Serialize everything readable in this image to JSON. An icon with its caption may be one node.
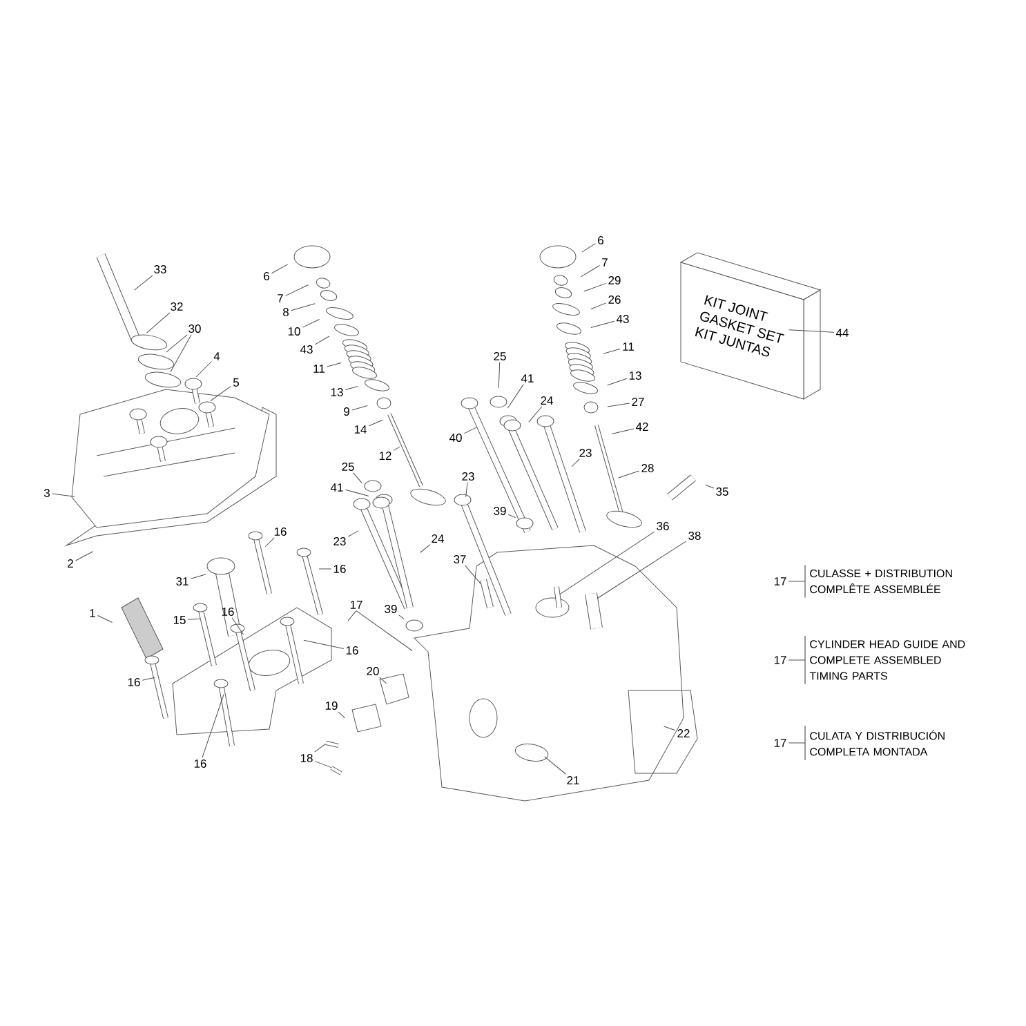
{
  "diagram": {
    "nodes": [
      {
        "text": [
          "33"
        ]
      },
      {
        "text": [
          "32"
        ]
      },
      {
        "text": [
          "30"
        ]
      },
      {
        "text": [
          "4"
        ]
      },
      {
        "text": [
          "5"
        ]
      },
      {
        "text": [
          "3"
        ]
      },
      {
        "text": [
          "6"
        ]
      },
      {
        "text": [
          "7"
        ]
      },
      {
        "text": [
          "8"
        ]
      },
      {
        "text": [
          "10"
        ]
      },
      {
        "text": [
          "43"
        ]
      },
      {
        "text": [
          "11"
        ]
      },
      {
        "text": [
          "13"
        ]
      },
      {
        "text": [
          "9"
        ]
      },
      {
        "text": [
          "14"
        ]
      },
      {
        "text": [
          "12"
        ]
      },
      {
        "text": [
          "6"
        ]
      },
      {
        "text": [
          "7"
        ]
      },
      {
        "text": [
          "29"
        ]
      },
      {
        "text": [
          "26"
        ]
      },
      {
        "text": [
          "43"
        ]
      },
      {
        "text": [
          "11"
        ]
      },
      {
        "text": [
          "13"
        ]
      },
      {
        "text": [
          "27"
        ]
      },
      {
        "text": [
          "42"
        ]
      },
      {
        "text": [
          "28"
        ]
      },
      {
        "text": [
          "25"
        ]
      },
      {
        "text": [
          "41"
        ]
      },
      {
        "text": [
          "24"
        ]
      },
      {
        "text": [
          "40"
        ]
      },
      {
        "text": [
          "23"
        ]
      },
      {
        "text": [
          "25"
        ]
      },
      {
        "text": [
          "41"
        ]
      },
      {
        "text": [
          "23"
        ]
      },
      {
        "text": [
          "39"
        ]
      },
      {
        "text": [
          "35"
        ]
      },
      {
        "text": [
          "KIT JOINT",
          "GASKET SET",
          "KIT JUNTAS"
        ]
      },
      {
        "text": [
          "44"
        ]
      },
      {
        "text": [
          "23"
        ]
      },
      {
        "text": [
          "24"
        ]
      },
      {
        "text": [
          "16"
        ]
      },
      {
        "text": [
          "16"
        ]
      },
      {
        "text": [
          "36"
        ]
      },
      {
        "text": [
          "38"
        ]
      },
      {
        "text": [
          "37"
        ]
      },
      {
        "text": [
          "2"
        ]
      },
      {
        "text": [
          "31"
        ]
      },
      {
        "text": [
          "17"
        ]
      },
      {
        "text": [
          "39"
        ]
      },
      {
        "text": [
          "1"
        ]
      },
      {
        "text": [
          "15"
        ]
      },
      {
        "text": [
          "16"
        ]
      },
      {
        "text": [
          "16"
        ]
      },
      {
        "text": [
          "20"
        ]
      },
      {
        "text": [
          "16"
        ]
      },
      {
        "text": [
          "19"
        ]
      },
      {
        "text": [
          "22"
        ]
      },
      {
        "text": [
          "18"
        ]
      },
      {
        "text": [
          "16"
        ]
      },
      {
        "text": [
          "21"
        ]
      },
      {
        "text": [
          "17"
        ]
      },
      {
        "text": [
          "CULASSE + DISTRIBUTION COMPLÊTE ASSEMBLÉE"
        ]
      },
      {
        "text": [
          "17"
        ]
      },
      {
        "text": [
          "CYLINDER HEAD GUIDE AND COMPLETE ASSEMBLED TIMING PARTS"
        ]
      },
      {
        "text": [
          "17"
        ]
      },
      {
        "text": [
          "CULATA Y DISTRIBUCIÓN COMPLETA MONTADA"
        ]
      }
    ],
    "edges": [
      {
        "from": 0,
        "to": null,
        "arrow": "none"
      },
      {
        "from": 1,
        "to": null,
        "arrow": "none"
      },
      {
        "from": 2,
        "to": null,
        "arrow": "none"
      },
      {
        "from": 2,
        "to": null,
        "arrow": "none"
      },
      {
        "from": 3,
        "to": null,
        "arrow": "none"
      },
      {
        "from": 4,
        "to": null,
        "arrow": "none"
      },
      {
        "from": 5,
        "to": null,
        "arrow": "none"
      },
      {
        "from": 6,
        "to": null,
        "arrow": "none"
      },
      {
        "from": 7,
        "to": null,
        "arrow": "none"
      },
      {
        "from": 8,
        "to": null,
        "arrow": "none"
      },
      {
        "from": 9,
        "to": null,
        "arrow": "none"
      },
      {
        "from": 10,
        "to": null,
        "arrow": "none"
      },
      {
        "from": 11,
        "to": null,
        "arrow": "none"
      },
      {
        "from": 12,
        "to": null,
        "arrow": "none"
      },
      {
        "from": 13,
        "to": null,
        "arrow": "none"
      },
      {
        "from": 14,
        "to": null,
        "arrow": "none"
      },
      {
        "from": 15,
        "to": null,
        "arrow": "none"
      },
      {
        "from": 16,
        "to": null,
        "arrow": "none"
      },
      {
        "from": 17,
        "to": null,
        "arrow": "none"
      },
      {
        "from": 18,
        "to": null,
        "arrow": "none"
      },
      {
        "from": 19,
        "to": null,
        "arrow": "none"
      },
      {
        "from": 20,
        "to": null,
        "arrow": "none"
      },
      {
        "from": 21,
        "to": null,
        "arrow": "none"
      },
      {
        "from": 22,
        "to": null,
        "arrow": "none"
      },
      {
        "from": 23,
        "to": null,
        "arrow": "none"
      },
      {
        "from": 24,
        "to": null,
        "arrow": "none"
      },
      {
        "from": 25,
        "to": null,
        "arrow": "none"
      },
      {
        "from": 26,
        "to": null,
        "arrow": "none"
      },
      {
        "from": 27,
        "to": null,
        "arrow": "none"
      },
      {
        "from": 28,
        "to": null,
        "arrow": "none"
      },
      {
        "from": 29,
        "to": null,
        "arrow": "none"
      },
      {
        "from": 30,
        "to": null,
        "arrow": "none"
      },
      {
        "from": 31,
        "to": null,
        "arrow": "none"
      },
      {
        "from": 32,
        "to": null,
        "arrow": "none"
      },
      {
        "from": 33,
        "to": null,
        "arrow": "none"
      },
      {
        "from": 34,
        "to": null,
        "arrow": "none"
      },
      {
        "from": 35,
        "to": null,
        "arrow": "none"
      },
      {
        "from": 37,
        "to": 36,
        "arrow": "none"
      },
      {
        "from": 38,
        "to": null,
        "arrow": "none"
      },
      {
        "from": 39,
        "to": null,
        "arrow": "none"
      },
      {
        "from": 40,
        "to": null,
        "arrow": "none"
      },
      {
        "from": 41,
        "to": null,
        "arrow": "none"
      },
      {
        "from": 42,
        "to": null,
        "arrow": "none"
      },
      {
        "from": 43,
        "to": null,
        "arrow": "none"
      },
      {
        "from": 44,
        "to": null,
        "arrow": "none"
      },
      {
        "from": 45,
        "to": null,
        "arrow": "none"
      },
      {
        "from": 46,
        "to": null,
        "arrow": "none"
      },
      {
        "from": 47,
        "to": null,
        "arrow": "none"
      },
      {
        "from": 47,
        "to": null,
        "arrow": "none"
      },
      {
        "from": 48,
        "to": null,
        "arrow": "none"
      },
      {
        "from": 49,
        "to": null,
        "arrow": "none"
      },
      {
        "from": 50,
        "to": null,
        "arrow": "none"
      },
      {
        "from": 51,
        "to": null,
        "arrow": "none"
      },
      {
        "from": 52,
        "to": null,
        "arrow": "none"
      },
      {
        "from": 53,
        "to": null,
        "arrow": "none"
      },
      {
        "from": 54,
        "to": null,
        "arrow": "none"
      },
      {
        "from": 55,
        "to": null,
        "arrow": "none"
      },
      {
        "from": 56,
        "to": null,
        "arrow": "none"
      },
      {
        "from": 57,
        "to": null,
        "arrow": "none"
      },
      {
        "from": 57,
        "to": null,
        "arrow": "none"
      },
      {
        "from": 58,
        "to": null,
        "arrow": "none"
      },
      {
        "from": 59,
        "to": null,
        "arrow": "none"
      },
      {
        "from": 60,
        "to": 61,
        "arrow": "none"
      },
      {
        "from": 62,
        "to": 63,
        "arrow": "none"
      },
      {
        "from": 64,
        "to": 65,
        "arrow": "none"
      }
    ]
  }
}
